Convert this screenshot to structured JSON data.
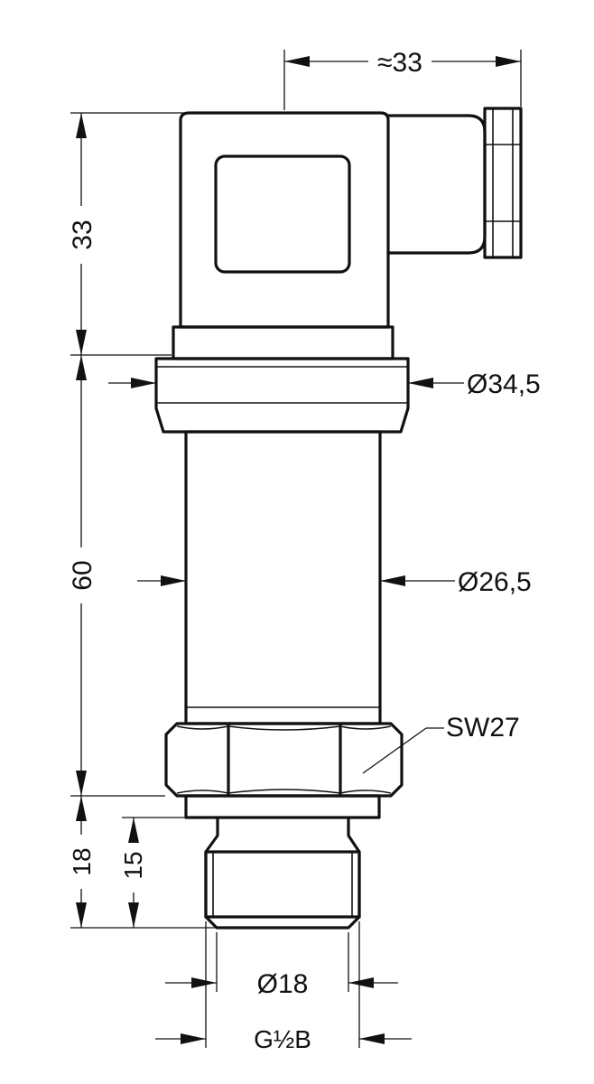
{
  "dimensions": {
    "connector_width": "≈33",
    "housing_height": "33",
    "flange_diameter": "Ø34,5",
    "body_length": "60",
    "body_diameter": "Ø26,5",
    "wrench_size": "SW27",
    "fitting_height": "18",
    "thread_length": "15",
    "thread_inner_diameter": "Ø18",
    "thread_spec": "G½B"
  }
}
